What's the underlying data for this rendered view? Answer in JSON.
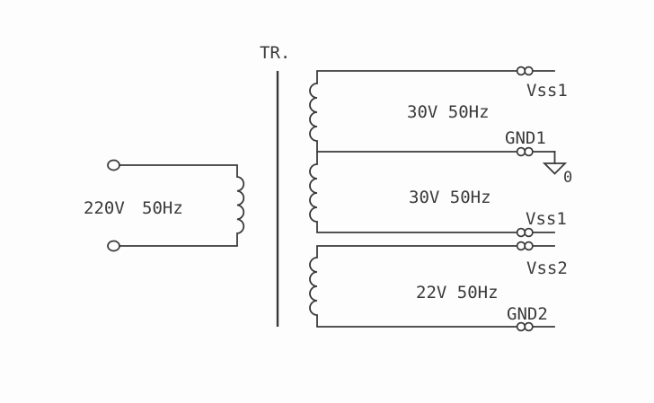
{
  "diagram": {
    "title": "TR.",
    "primary": {
      "voltage": "220V",
      "frequency": "50Hz"
    },
    "windings": [
      {
        "rating": "30V 50Hz",
        "terminal_top": "Vss1",
        "terminal_bottom": "GND1",
        "ground_ref": "0"
      },
      {
        "rating": "30V 50Hz",
        "terminal_bottom": "Vss1"
      },
      {
        "rating": "22V 50Hz",
        "terminal_top": "Vss2",
        "terminal_bottom": "GND2"
      }
    ],
    "colors": {
      "line": "#3a3a3a",
      "background": "#fdfdfd"
    }
  }
}
